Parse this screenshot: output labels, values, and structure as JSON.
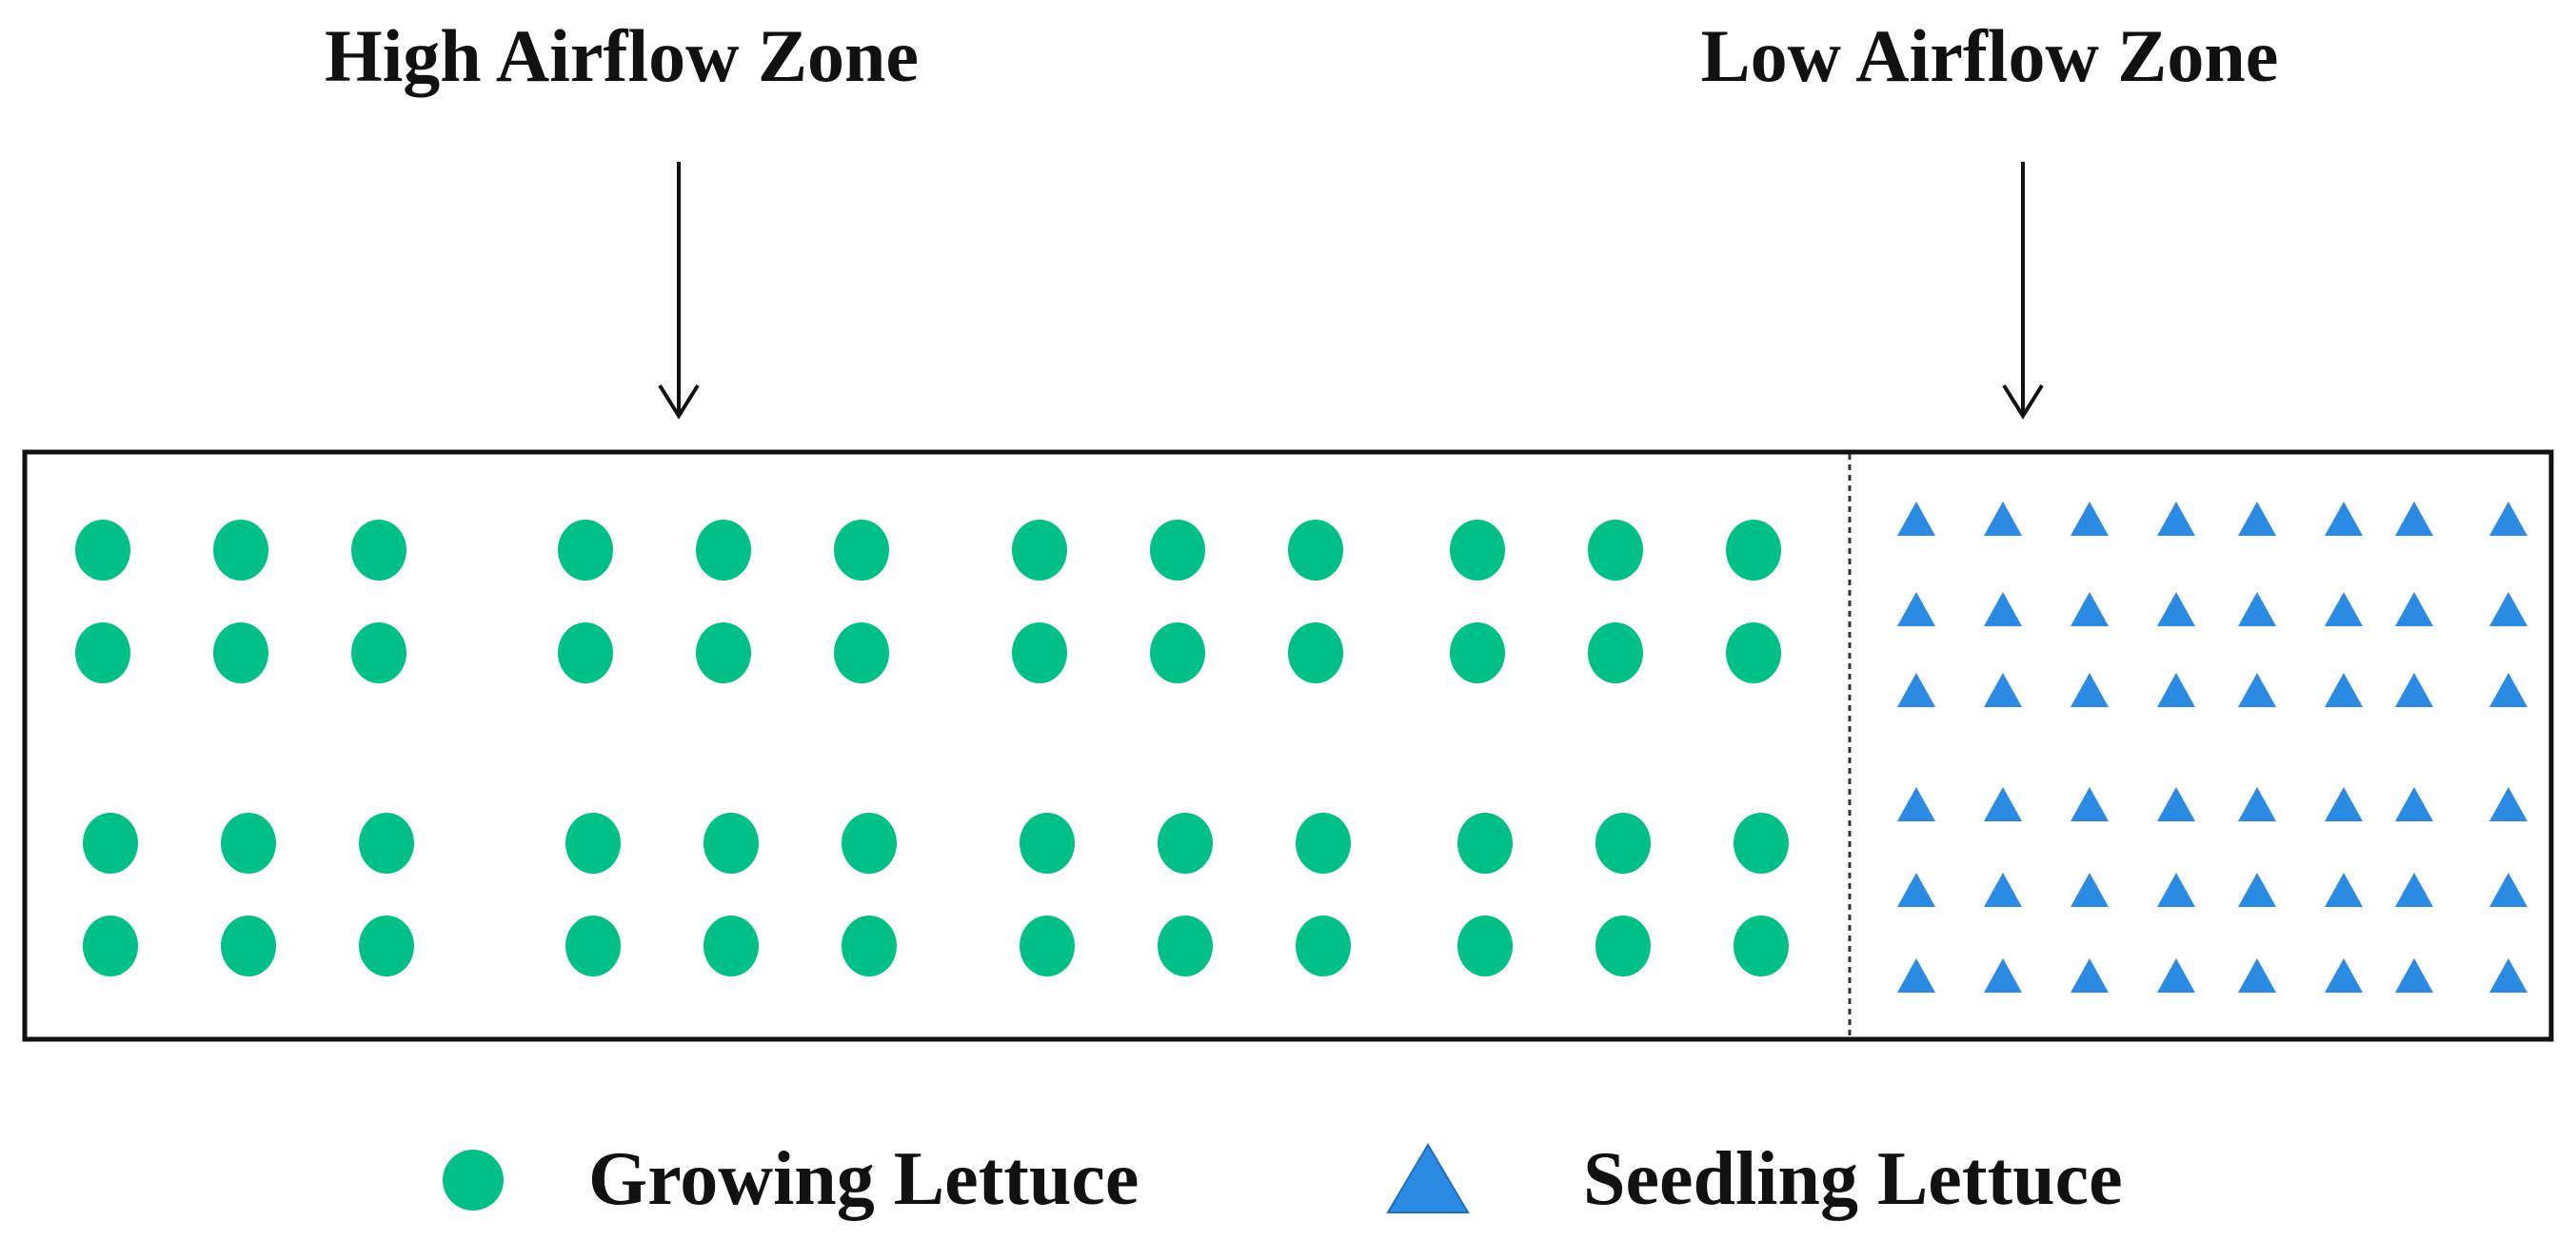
{
  "zones": {
    "high": {
      "title": "High Airflow Zone"
    },
    "low": {
      "title": "Low Airflow Zone"
    }
  },
  "legend": {
    "growing": {
      "label": "Growing Lettuce",
      "icon": "circle-icon"
    },
    "seedling": {
      "label": "Seedling Lettuce",
      "icon": "triangle-icon"
    }
  },
  "colors": {
    "growing": "#00c087",
    "seedling": "#2b8ae2",
    "outline": "#111111"
  },
  "layout_counts": {
    "growing_per_row": 12,
    "growing_rows": 4,
    "seedling_per_row": 8,
    "seedling_rows": 6
  }
}
